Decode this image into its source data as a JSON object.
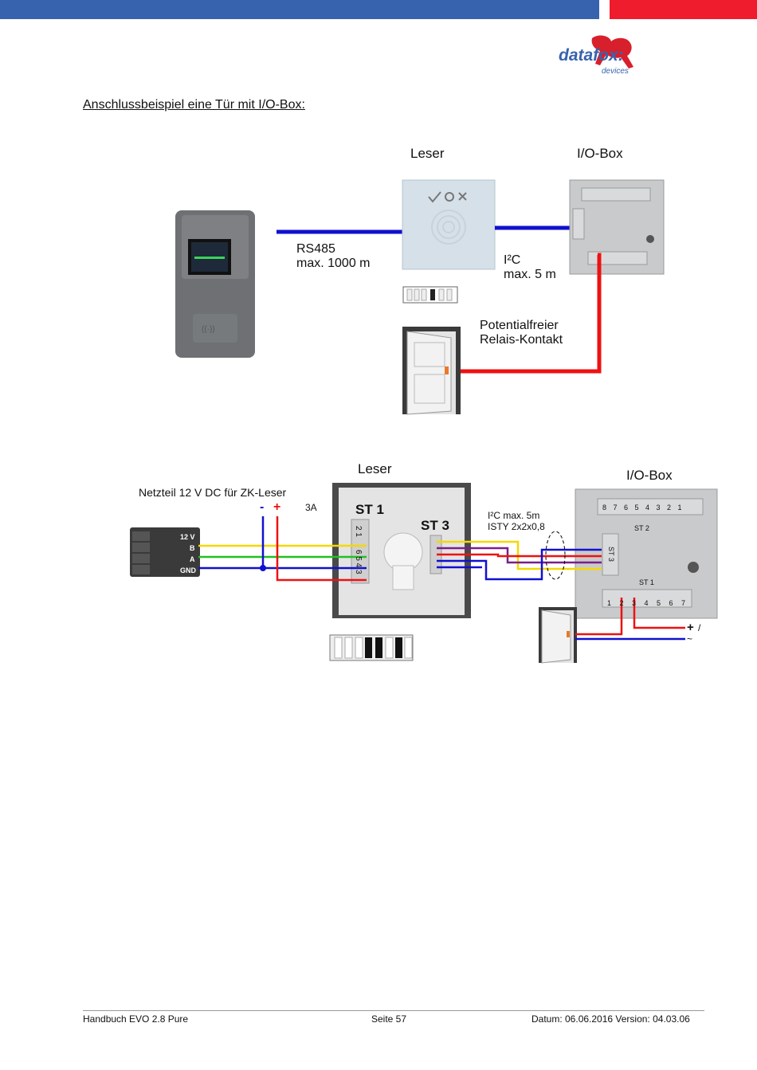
{
  "header": {
    "brand_blue": "#3763ae",
    "brand_red": "#ee1c2d",
    "logo": {
      "word": "datafox:",
      "sub": "devices"
    }
  },
  "title": "Anschlussbeispiel eine Tür mit I/O-Box:",
  "diagram1": {
    "leser_label": "Leser",
    "iobox_label": "I/O-Box",
    "rs485_label": "RS485",
    "rs485_distance": "max. 1000 m",
    "i2c_label": "I²C",
    "i2c_distance": "max. 5 m",
    "relay_line1": "Potentialfreier",
    "relay_line2": "Relais-Kontakt"
  },
  "diagram2": {
    "leser_label": "Leser",
    "iobox_label": "I/O-Box",
    "psu_label": "Netzteil 12 V DC für ZK-Leser",
    "minus": "-",
    "plus": "+",
    "fuse": "3A",
    "i2c_label": "I²C   max. 5m",
    "cable": "ISTY 2x2x0,8",
    "connector_pins": [
      "12 V",
      "B",
      "A",
      "GND"
    ],
    "st1": "ST 1",
    "st3": "ST 3",
    "st1_pins": "2 1",
    "st1_lower": "6 5 4 3",
    "iobox_st2": "ST 2",
    "iobox_st1": "ST 1",
    "iobox_st3": "ST 3",
    "iobox_top_pins": "8 7 6 5 4 3 2 1",
    "iobox_bottom_pins": "1 2 3 4 5 6 7",
    "power_plus": "+",
    "power_sep": "/",
    "power_ac": "~"
  },
  "wire_colors": {
    "blue": "#1010d0",
    "red": "#ee1111",
    "yellow": "#f5d800",
    "green": "#22c022",
    "purple": "#7a1f8a"
  },
  "footer": {
    "left": "Handbuch EVO 2.8 Pure",
    "center": "Seite 57",
    "right": "Datum: 06.06.2016  Version: 04.03.06"
  }
}
